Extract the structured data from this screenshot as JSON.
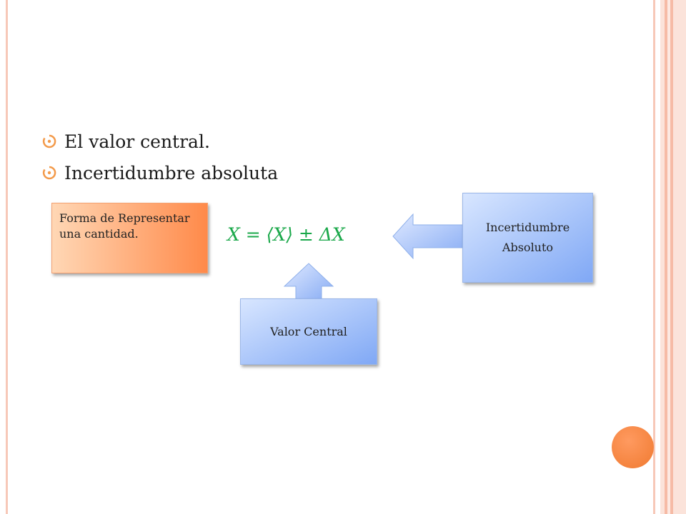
{
  "bullets": [
    {
      "text": "El valor central."
    },
    {
      "text": "Incertidumbre  absoluta"
    }
  ],
  "callout": {
    "text": "Forma de Representar una cantidad."
  },
  "formula": {
    "text": "X = ⟨X⟩ ± ΔX"
  },
  "box_incertidumbre": {
    "line1": "Incertidumbre",
    "line2": "Absoluto"
  },
  "box_valor": {
    "text": "Valor Central"
  },
  "colors": {
    "accent_orange": "#f07a30",
    "formula_green": "#1aa84a",
    "box_blue": "#80a8f5",
    "frame_pink": "#f7c8b8"
  }
}
